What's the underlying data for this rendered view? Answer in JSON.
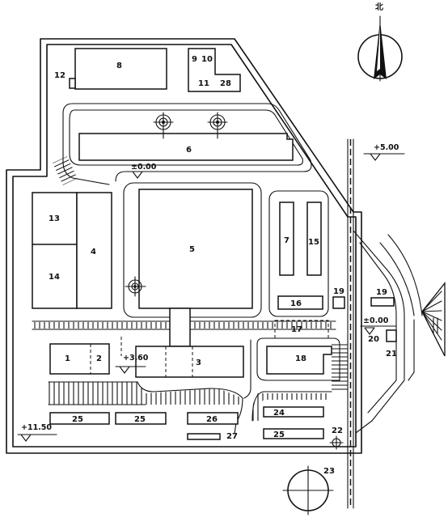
{
  "north_label": "北",
  "elevations": {
    "e1": "±0.00",
    "e2": "+5.00",
    "e3": "±0.00",
    "e4": "+3.60",
    "e5": "+11.50"
  },
  "buildings": {
    "b1": "1",
    "b2": "2",
    "b3": "3",
    "b4": "4",
    "b5": "5",
    "b6": "6",
    "b7": "7",
    "b8": "8",
    "b9": "9",
    "b10": "10",
    "b11": "11",
    "b12": "12",
    "b13": "13",
    "b14": "14",
    "b15": "15",
    "b16": "16",
    "b17": "17",
    "b18": "18",
    "b19a": "19",
    "b19b": "19",
    "b20": "20",
    "b21": "21",
    "b22": "22",
    "b23": "23",
    "b24": "24",
    "b25a": "25",
    "b25b": "25",
    "b25c": "25",
    "b26": "26",
    "b27": "27",
    "b28": "28"
  }
}
